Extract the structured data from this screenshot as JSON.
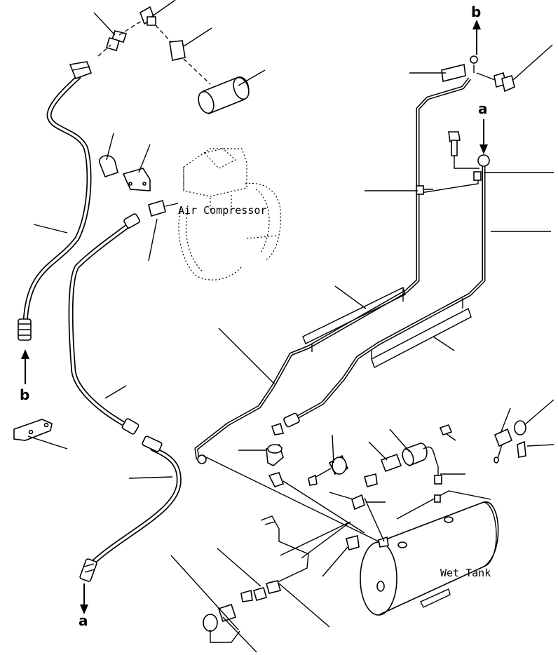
{
  "labels": {
    "air_compressor": "Air Compressor",
    "wet_tank": "Wet Tank"
  },
  "refs": {
    "a_top": "a",
    "b_top": "b",
    "a_bottom": "a",
    "b_left": "b"
  }
}
